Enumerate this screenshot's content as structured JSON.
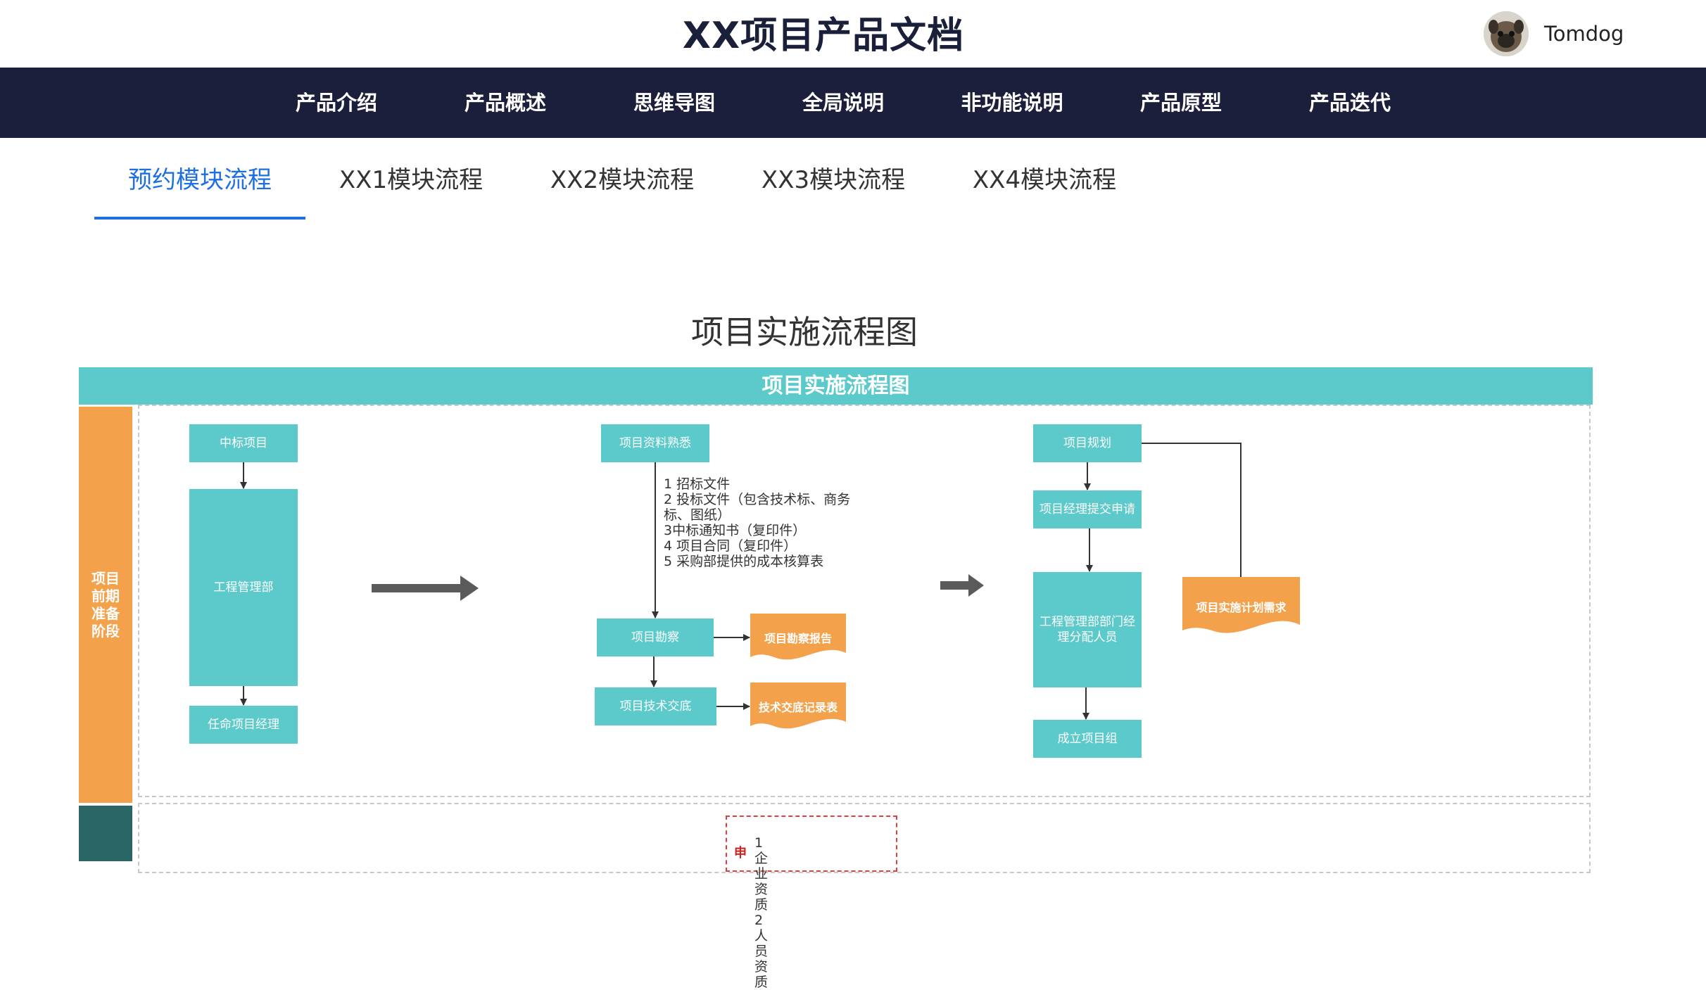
{
  "header": {
    "title": "XX项目产品文档",
    "user_name": "Tomdog"
  },
  "nav": {
    "items": [
      "产品介绍",
      "产品概述",
      "思维导图",
      "全局说明",
      "非功能说明",
      "产品原型",
      "产品迭代"
    ]
  },
  "tabs": {
    "items": [
      "预约模块流程",
      "XX1模块流程",
      "XX2模块流程",
      "XX3模块流程",
      "XX4模块流程"
    ],
    "active": "预约模块流程"
  },
  "diagram": {
    "heading": "项目实施流程图",
    "banner": "项目实施流程图",
    "lane1_label": "项目前期准备阶段",
    "col1": {
      "box1": "中标项目",
      "box2": "工程管理部",
      "box3": "任命项目经理"
    },
    "col2": {
      "box1": "项目资料熟悉",
      "notes": [
        "1 招标文件",
        "2 投标文件（包含技术标、商务",
        "标、图纸）",
        "3中标通知书（复印件）",
        "4 项目合同（复印件）",
        "5 采购部提供的成本核算表"
      ],
      "box2": "项目勘察",
      "doc1": "项目勘察报告",
      "box3": "项目技术交底",
      "doc2": "技术交底记录表"
    },
    "col3": {
      "box1": "项目规划",
      "box2": "项目经理提交申请",
      "box3": "工程管理部部门经理分配人员",
      "box4": "成立项目组",
      "doc1": "项目实施计划需求"
    },
    "lane2": {
      "tag": "申",
      "items": [
        "1企业资质",
        "2人员资质"
      ]
    }
  },
  "colors": {
    "nav_bg": "#1b1f3b",
    "accent": "#1e6fe0",
    "teal": "#5ccacb",
    "orange": "#f4a14b",
    "dark_teal": "#2b6666"
  }
}
